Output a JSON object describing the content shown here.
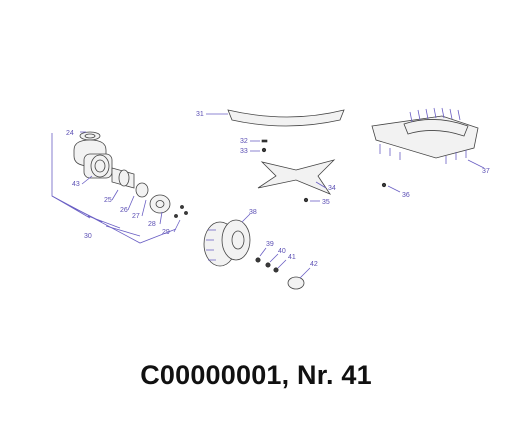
{
  "callouts": [
    "24",
    "43",
    "25",
    "26",
    "27",
    "28",
    "29",
    "30",
    "31",
    "32",
    "33",
    "34",
    "35",
    "36",
    "37",
    "38",
    "39",
    "40",
    "41",
    "42"
  ],
  "caption": "C00000001, Nr. 41",
  "colors": {
    "callout": "#5b4fb4",
    "line_art": "#444444",
    "caption": "#111111"
  }
}
